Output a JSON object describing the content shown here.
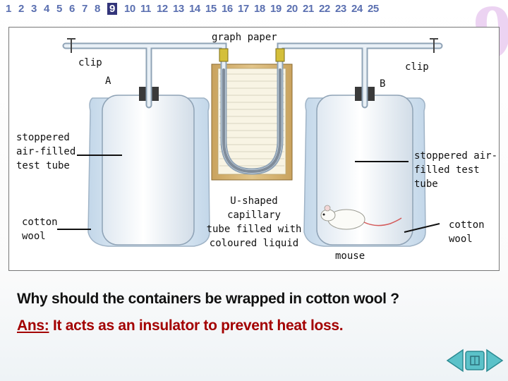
{
  "nav": {
    "pages": [
      "1",
      "2",
      "3",
      "4",
      "5",
      "6",
      "7",
      "8",
      "9",
      "10",
      "11",
      "12",
      "13",
      "14",
      "15",
      "16",
      "17",
      "18",
      "19",
      "20",
      "21",
      "22",
      "23",
      "24",
      "25"
    ],
    "active": "9",
    "big_number": "9"
  },
  "diagram": {
    "labels": {
      "graph_paper": "graph paper",
      "clip_left": "clip",
      "clip_right": "clip",
      "a": "A",
      "b": "B",
      "tube_left": "stoppered\nair-filled\ntest tube",
      "tube_right": "stoppered air-\nfilled test tube",
      "cotton_left": "cotton\nwool",
      "cotton_right": "cotton\nwool",
      "capillary": "U-shaped capillary\ntube filled with\ncoloured liquid",
      "mouse": "mouse"
    }
  },
  "question": "Why should the containers be wrapped in cotton wool ?",
  "answer": {
    "prefix": "Ans:",
    "text": "It acts as an insulator to prevent heat loss."
  },
  "colors": {
    "nav_text": "#5a6fb0",
    "nav_active_bg": "#33357a",
    "answer": "#a30000",
    "wool": "#cfe0ee",
    "liquid": "#7f8c9a",
    "stopper": "#3a3a3a",
    "clip": "#d4bf3a"
  },
  "controls": {
    "back_icon": "back-arrow-icon",
    "menu_icon": "menu-icon",
    "forward_icon": "forward-arrow-icon"
  }
}
